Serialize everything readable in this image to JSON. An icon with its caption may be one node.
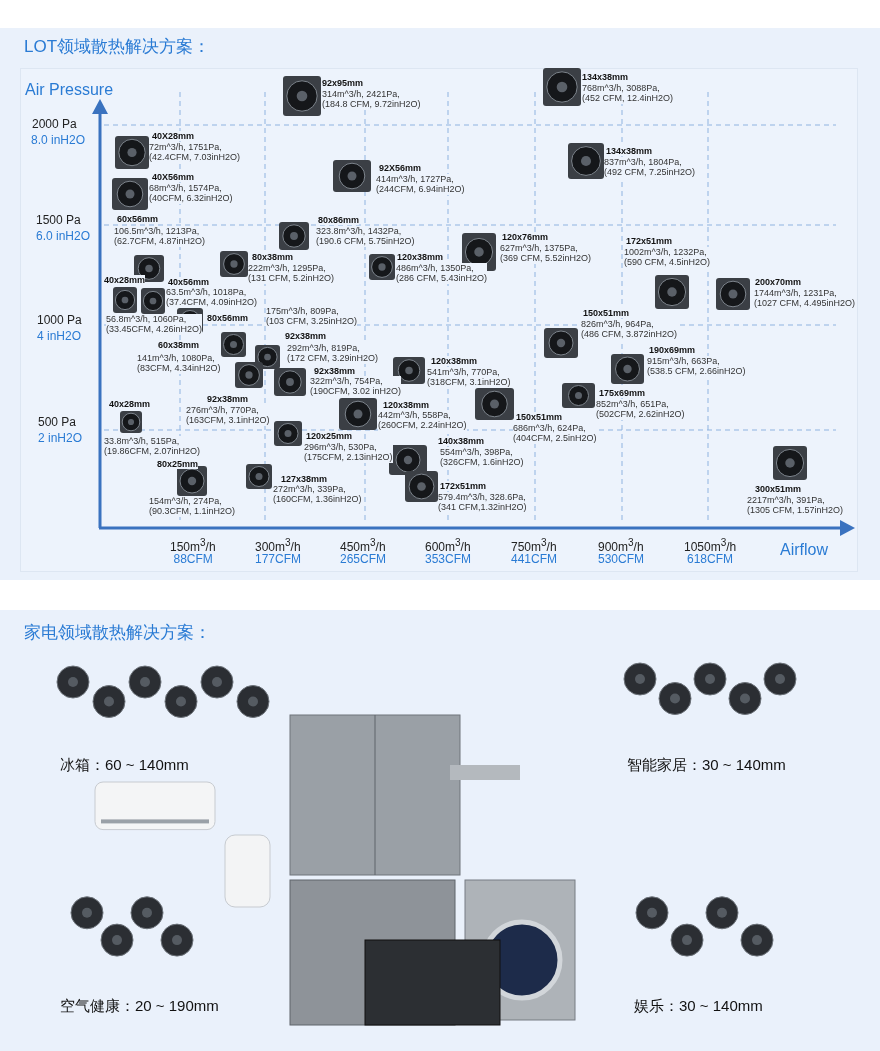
{
  "diagram": {
    "title": "LOT领域散热解决方案：",
    "labels": [
      "Air Pressure",
      "2000 Pa",
      "8.0 inH2O",
      "1500 Pa",
      "6.0 inH2O",
      "1000 Pa",
      "4 inH2O",
      "500 Pa",
      "2 inH2O",
      "92x95mm",
      "314m^3/h, 2421Pa, (184.8 CFM, 9.72inH2O)",
      "134x38mm",
      "768m^3/h, 3088Pa, (452 CFM, 12.4inH2O)",
      "40X28mm",
      "72m^3/h, 1751Pa, (42.4CFM, 7.03inH2O)",
      "134x38mm",
      "837m^3/h, 1804Pa, (492 CFM, 7.25inH2O)",
      "92X56mm",
      "414m^3/h, 1727Pa, (244CFM, 6.94inH2O)",
      "40X56mm",
      "68m^3/h, 1574Pa, (40CFM, 6.32inH2O)",
      "60x56mm",
      "106.5m^3/h, 1213Pa, (62.7CFM, 4.87inH2O)",
      "80x86mm",
      "323.8m^3/h, 1432Pa, (190.6 CFM, 5.75inH2O)",
      "120x76mm",
      "627m^3/h, 1375Pa, (369 CFM, 5.52inH2O)",
      "172x51mm",
      "1002m^3/h, 1232Pa, (590 CFM, 4.5inH2O)",
      "80x38mm",
      "222m^3/h, 1295Pa, (131 CFM, 5.2inH2O)",
      "120x38mm",
      "486m^3/h, 1350Pa, (286 CFM, 5.43inH2O)",
      "40x28mm",
      "56.8m^3/h, 1060Pa, (33.45CFM, 4.26inH2O)",
      "40x56mm",
      "63.5m^3/h, 1018Pa, (37.4CFM, 4.09inH2O)",
      "200x70mm",
      "1744m^3/h, 1231Pa, (1027 CFM, 4.495inH2O)",
      "80x56mm",
      "175m^3/h, 809Pa, (103 CFM, 3.25inH2O)",
      "150x51mm",
      "826m^3/h, 964Pa, (486 CFM, 3.872inH2O)",
      "92x38mm",
      "292m^3/h, 819Pa, (172 CFM, 3.29inH2O)",
      "60x38mm",
      "141m^3/h, 1080Pa, (83CFM, 4.34inH2O)",
      "190x69mm",
      "915m^3/h, 663Pa, (538.5 CFM, 2.66inH2O)",
      "120x38mm",
      "541m^3/h, 770Pa, (318CFM, 3.1inH2O)",
      "92x38mm",
      "322m^3/h, 754Pa, (190CFM, 3.02 inH2O)",
      "175x69mm",
      "852m^3/h, 651Pa, (502CFM, 2.62inH2O)",
      "92x38mm",
      "276m^3/h, 770Pa, (163CFM, 3.1inH2O)",
      "120x38mm",
      "442m^3/h, 558Pa, (260CFM, 2.24inH2O)",
      "40x28mm",
      "33.8m^3/h, 515Pa, (19.86CFM, 2.07inH2O)",
      "150x51mm",
      "686m^3/h, 624Pa, (404CFM, 2.5inH2O)",
      "120x25mm",
      "296m^3/h, 530Pa, (175CFM, 2.13inH2O)",
      "140x38mm",
      "554m^3/h, 398Pa, (326CFM, 1.6inH2O)",
      "80x25mm",
      "154m^3/h, 274Pa, (90.3CFM, 1.1inH2O)",
      "127x38mm",
      "272m^3/h, 339Pa, (160CFM, 1.36inH2O)",
      "172x51mm",
      "579.4m^3/h, 328.6Pa, (341 CFM,1.32inH2O)",
      "300x51mm",
      "2217m^3/h, 391Pa, (1305 CFM, 1.57inH2O)",
      "150m$^{3}$/h",
      "88CFM",
      "300m$^{3}$/h",
      "177CFM",
      "450m$^{3}$/h",
      "265CFM",
      "600m$^{3}$/h",
      "353CFM",
      "750m$^{3}$/h",
      "441CFM",
      "900m$^{3}$/h",
      "530CFM",
      "1050m$^{3}$/h",
      "618CFM",
      "Airflow",
      "家电领域散热解决方案：",
      "冰箱：60 ~ 140mm",
      "智能家居：30 ~ 140mm",
      "空气健康：20 ~ 190mm",
      "娱乐：30 ~ 140mm"
    ]
  }
}
